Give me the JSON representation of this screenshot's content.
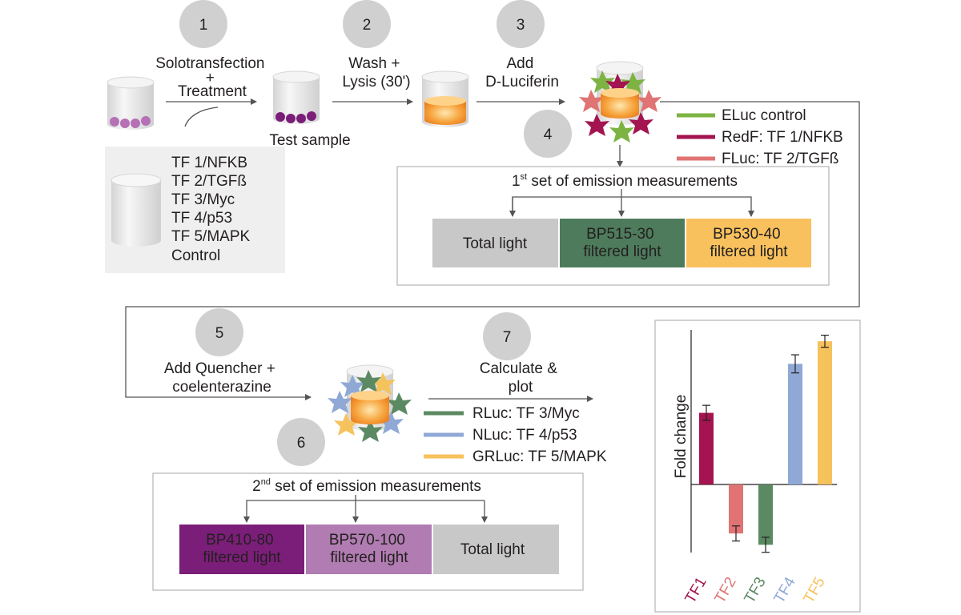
{
  "steps": {
    "s1": {
      "num": "1",
      "label_lines": [
        "Solotransfection",
        "+",
        "Treatment"
      ]
    },
    "s2": {
      "num": "2",
      "label_lines": [
        "Wash +",
        "Lysis (30')"
      ]
    },
    "s3": {
      "num": "3",
      "label_lines": [
        "Add",
        "D-Luciferin"
      ]
    },
    "s4": {
      "num": "4"
    },
    "s5": {
      "num": "5",
      "label_lines": [
        "Add Quencher +",
        "coelenterazine"
      ]
    },
    "s6": {
      "num": "6"
    },
    "s7": {
      "num": "7",
      "label_lines": [
        "Calculate &",
        "plot"
      ]
    }
  },
  "test_sample_label": "Test sample",
  "sample_list": [
    "TF 1/NFKB",
    "TF 2/TGFß",
    "TF 3/Myc",
    "TF 4/p53",
    "TF 5/MAPK",
    "Control"
  ],
  "legend1": [
    {
      "label": "ELuc control",
      "color": "#7cb342"
    },
    {
      "label": "RedF: TF 1/NFKB",
      "color": "#a31450"
    },
    {
      "label": "FLuc: TF 2/TGFß",
      "color": "#e07373"
    }
  ],
  "legend2": [
    {
      "label": "RLuc: TF 3/Myc",
      "color": "#5b8a62"
    },
    {
      "label": "NLuc: TF 4/p53",
      "color": "#8fa8d6"
    },
    {
      "label": "GRLuc: TF 5/MAPK",
      "color": "#f6c25c"
    }
  ],
  "set1": {
    "title_pre": "1",
    "title_sup": "st",
    "title_post": " set of emission measurements",
    "boxes": [
      {
        "lines": [
          "Total light"
        ],
        "color": "#c8c8c8",
        "text_color": "#231f20"
      },
      {
        "lines": [
          "BP515-30",
          "filtered light"
        ],
        "color": "#4e7b5c",
        "text_color": "#ffffff"
      },
      {
        "lines": [
          "BP530-40",
          "filtered light"
        ],
        "color": "#f8c15d",
        "text_color": "#231f20"
      }
    ]
  },
  "set2": {
    "title_pre": "2",
    "title_sup": "nd",
    "title_post": " set of emission measurements",
    "boxes": [
      {
        "lines": [
          "BP410-80",
          "filtered light"
        ],
        "color": "#7b1e79",
        "text_color": "#ffffff"
      },
      {
        "lines": [
          "BP570-100",
          "filtered light"
        ],
        "color": "#b07cb1",
        "text_color": "#231f20"
      },
      {
        "lines": [
          "Total light"
        ],
        "color": "#c8c8c8",
        "text_color": "#231f20"
      }
    ]
  },
  "chart_data": {
    "type": "bar",
    "ylabel": "Fold change",
    "categories": [
      "TF1",
      "TF2",
      "TF3",
      "TF4",
      "TF5"
    ],
    "values": [
      0.95,
      -0.65,
      -0.8,
      1.6,
      1.9
    ],
    "errors": [
      0.1,
      0.1,
      0.1,
      0.12,
      0.08
    ],
    "colors": [
      "#a31450",
      "#e07373",
      "#5b8a62",
      "#8fa8d6",
      "#f6c25c"
    ],
    "ylim": [
      -0.95,
      2.05
    ]
  }
}
